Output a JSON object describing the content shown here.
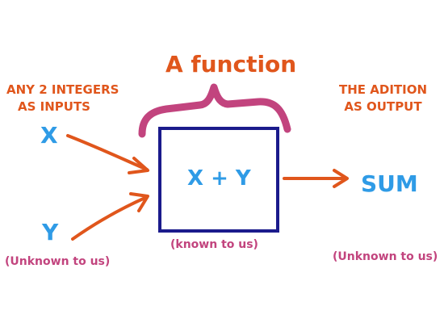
{
  "title": "A function",
  "inputs": {
    "caption_line1": "ANY 2 INTEGERS",
    "caption_line2": "AS INPUTS",
    "x_label": "X",
    "y_label": "Y",
    "y_note": "(Unknown to us)"
  },
  "function_box": {
    "expression": "X + Y",
    "note": "(known to us)"
  },
  "output": {
    "caption_line1": "THE ADITION",
    "caption_line2": "AS OUTPUT",
    "label": "SUM",
    "note": "(Unknown to us)"
  },
  "colors": {
    "heading": "#e0561c",
    "variables": "#2f9be6",
    "notes": "#c2447e",
    "arrows": "#e0561c",
    "box_border": "#1b1b8c",
    "brace": "#c2447e"
  }
}
